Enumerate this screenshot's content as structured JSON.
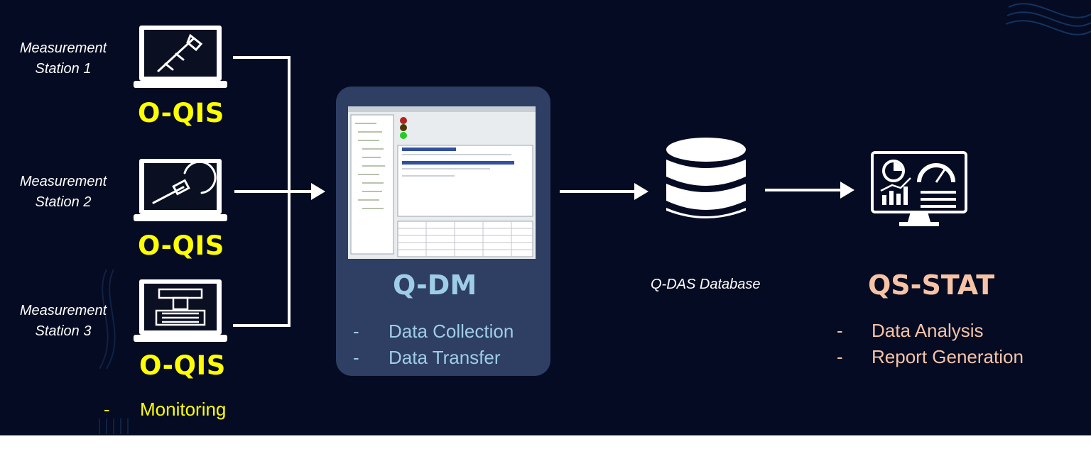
{
  "stations": [
    {
      "label_line1": "Measurement",
      "label_line2": "Station 1",
      "software": "O-QIS",
      "icon": "caliper-laptop-icon"
    },
    {
      "label_line1": "Measurement",
      "label_line2": "Station 2",
      "software": "O-QIS",
      "icon": "micrometer-laptop-icon"
    },
    {
      "label_line1": "Measurement",
      "label_line2": "Station 3",
      "software": "O-QIS",
      "icon": "machine-laptop-icon"
    }
  ],
  "oqis_features": [
    "Monitoring"
  ],
  "qdm": {
    "title": "Q-DM",
    "features": [
      "Data Collection",
      "Data Transfer"
    ],
    "icon": "qdm-software-screenshot"
  },
  "database": {
    "label": "Q-DAS Database",
    "icon": "database-icon"
  },
  "qsstat": {
    "title": "QS-STAT",
    "features": [
      "Data Analysis",
      "Report Generation"
    ],
    "icon": "analytics-monitor-icon"
  },
  "bullet": "-",
  "colors": {
    "background": "#050b22",
    "oqis": "#ffff00",
    "qdm_box": "#2e3f63",
    "qdm_text": "#9fcde8",
    "qsstat_text": "#f6c3a7",
    "line": "#ffffff"
  }
}
